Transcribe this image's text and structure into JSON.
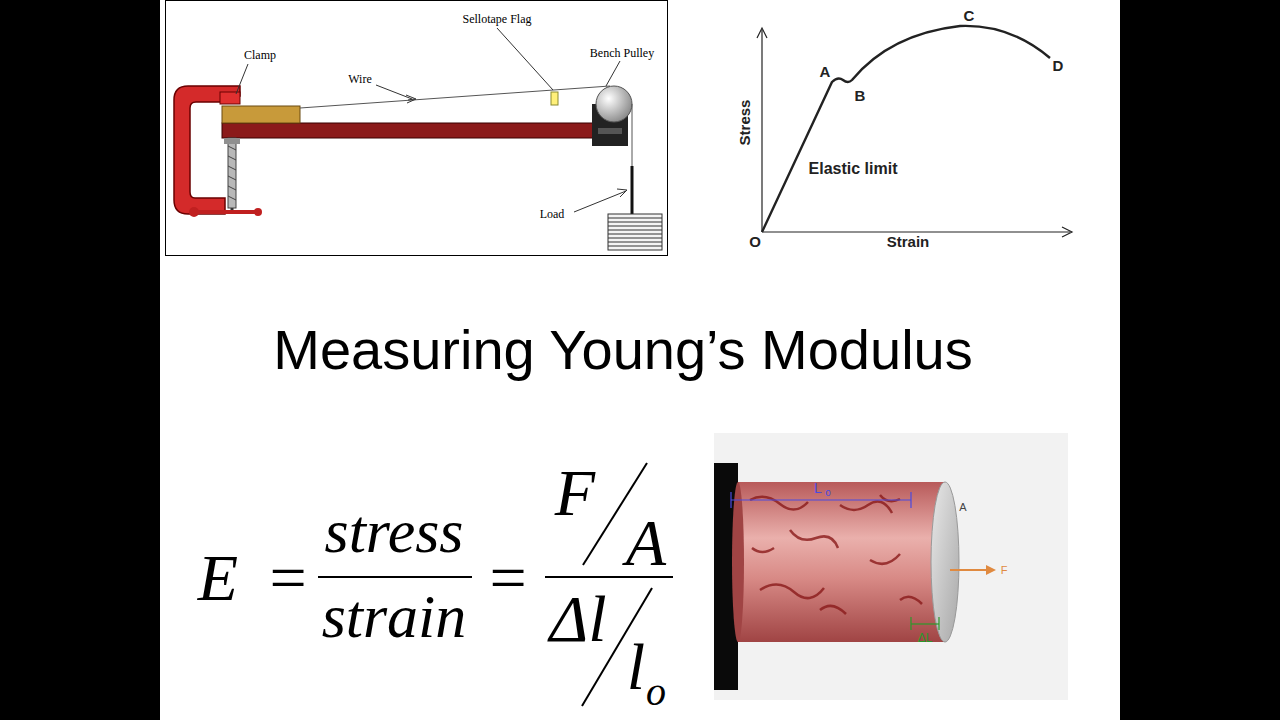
{
  "diagram": {
    "title": "Measuring Young’s Modulus",
    "labels": [
      "Clamp",
      "Wire",
      "Sellotape Flag",
      "Bench Pulley",
      "Load",
      "A",
      "B",
      "C",
      "D",
      "Stress",
      "Elastic limit",
      "O",
      "Strain",
      "E",
      "=",
      "stress",
      "strain",
      "=",
      "F",
      "A",
      "Δl",
      "l",
      "o",
      "L",
      "o",
      "A",
      "F",
      "ΔL"
    ]
  }
}
